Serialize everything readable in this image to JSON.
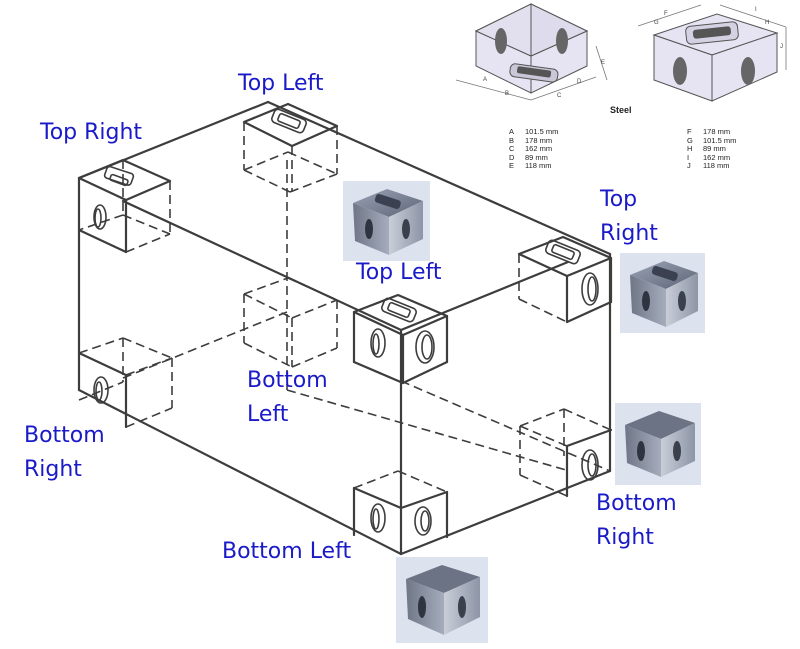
{
  "labels": {
    "top_left_rear": "Top Left",
    "top_right_rear": "Top Right",
    "top_left_front": "Top Left",
    "top_right_front_line1": "Top",
    "top_right_front_line2": "Right",
    "bottom_left_rear_line1": "Bottom",
    "bottom_left_rear_line2": "Left",
    "bottom_right_rear_line1": "Bottom",
    "bottom_right_rear_line2": "Right",
    "bottom_left_front": "Bottom Left",
    "bottom_right_front_line1": "Bottom",
    "bottom_right_front_line2": "Right"
  },
  "spec_table": {
    "material": "Steel",
    "left_dims": [
      {
        "key": "A",
        "value": "101.5 mm"
      },
      {
        "key": "B",
        "value": "178 mm"
      },
      {
        "key": "C",
        "value": "162 mm"
      },
      {
        "key": "D",
        "value": "89 mm"
      },
      {
        "key": "E",
        "value": "118 mm"
      }
    ],
    "right_dims": [
      {
        "key": "F",
        "value": "178 mm"
      },
      {
        "key": "G",
        "value": "101.5 mm"
      },
      {
        "key": "H",
        "value": "89 mm"
      },
      {
        "key": "I",
        "value": "162 mm"
      },
      {
        "key": "J",
        "value": "118 mm"
      }
    ],
    "bottom_casting_dim_labels": [
      "A",
      "B",
      "C",
      "D",
      "E"
    ],
    "top_casting_dim_labels": [
      "F",
      "G",
      "H",
      "I",
      "J"
    ]
  },
  "colors": {
    "label_blue": "#1a1ac8",
    "line_gray": "#3d3d3d",
    "casting_face": "#e6e4f2",
    "photo_bg": "#dde3ee"
  }
}
